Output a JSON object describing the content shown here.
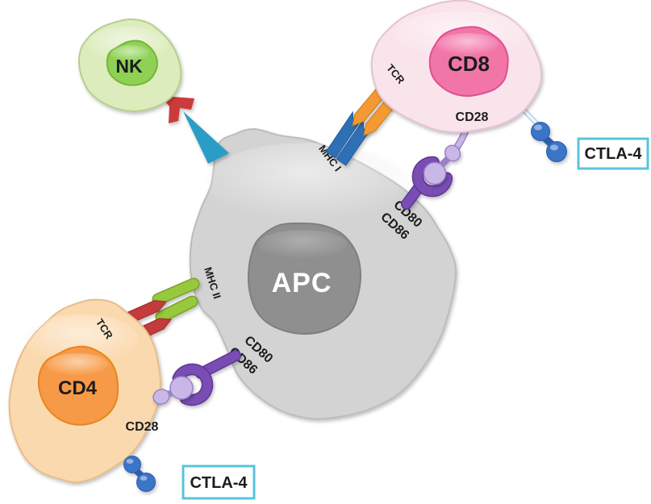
{
  "figure": {
    "background": "#ffffff",
    "cells": {
      "apc": {
        "label": "APC",
        "body_color": "#d3d3d3",
        "nucleus_color": "#8f8f8f"
      },
      "nk": {
        "label": "NK",
        "body_color": "#dcecbc",
        "nucleus_color": "#8ed155"
      },
      "cd8": {
        "label": "CD8",
        "body_color": "#fae4ec",
        "nucleus_color": "#f274a8"
      },
      "cd4": {
        "label": "CD4",
        "body_color": "#fbd9ae",
        "nucleus_color": "#f79a46"
      }
    },
    "molecules": {
      "tcr_cd8": {
        "label": "TCR",
        "color": "#f59a33"
      },
      "mhc_i": {
        "label": "MHC I",
        "color": "#2f6fb6"
      },
      "cd28_cd8": {
        "label": "CD28",
        "color": "#c9b8e6"
      },
      "cd80_cd86_top": {
        "label_line1": "CD80",
        "label_line2": "CD86",
        "color": "#7a4db5"
      },
      "ctla4_right": {
        "label": "CTLA-4",
        "bead_color": "#3a74c6",
        "box_border_color": "#58c4dc"
      },
      "mhc_ii": {
        "label": "MHC II",
        "color": "#97c83d"
      },
      "tcr_cd4": {
        "label": "TCR",
        "color": "#c43b3c"
      },
      "cd28_cd4": {
        "label": "CD28",
        "color": "#c9b8e6"
      },
      "cd80_cd86_bottom": {
        "label_line1": "CD80",
        "label_line2": "CD86",
        "color": "#7a4db5"
      },
      "ctla4_bottom": {
        "label": "CTLA-4",
        "bead_color": "#3a74c6",
        "box_border_color": "#58c4dc"
      },
      "nk_receptor": {
        "color": "#cc3b3b"
      },
      "apc_spike": {
        "color": "#2b9dc7"
      }
    }
  }
}
